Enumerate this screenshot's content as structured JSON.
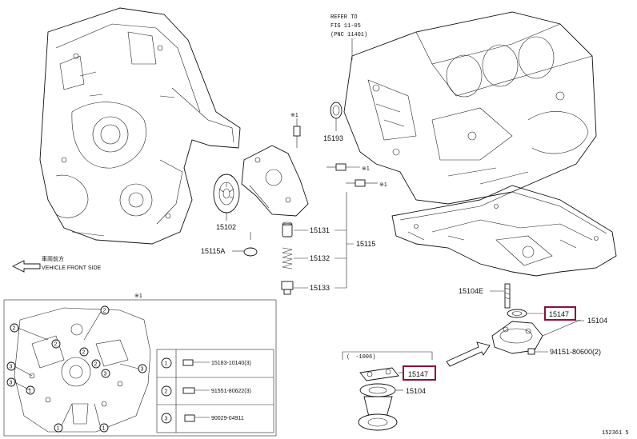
{
  "refer": {
    "line1": "REFER TO",
    "line2": "FIG 11-05",
    "line3": "(PNC 11401)"
  },
  "vehicle_front": {
    "jp": "車両前方",
    "en": "VEHICLE FRONT SIDE"
  },
  "marks": {
    "star1": "※1"
  },
  "parts": {
    "p15193": "15193",
    "p15102": "15102",
    "p15115A": "15115A",
    "p15131": "15131",
    "p15115": "15115",
    "p15132": "15132",
    "p15133": "15133",
    "p15104E": "15104E",
    "p15147_top": "15147",
    "p15104_top": "15104",
    "p94151": "94151-80600(2)",
    "p15147_bottom": "15147",
    "p15104_bottom": "15104",
    "range_label": "(　-1006)"
  },
  "legend": {
    "rows": [
      {
        "num": "1",
        "part": "15183-10140(3)"
      },
      {
        "num": "2",
        "part": "91551-80622(3)"
      },
      {
        "num": "3",
        "part": "90029-04911"
      }
    ]
  },
  "inset_callouts": [
    "2",
    "2",
    "3",
    "3",
    "3",
    "3",
    "1",
    "1",
    "1",
    "2",
    "2",
    "2"
  ],
  "figure_id": "152361 5",
  "highlight_color": "#8a1038"
}
